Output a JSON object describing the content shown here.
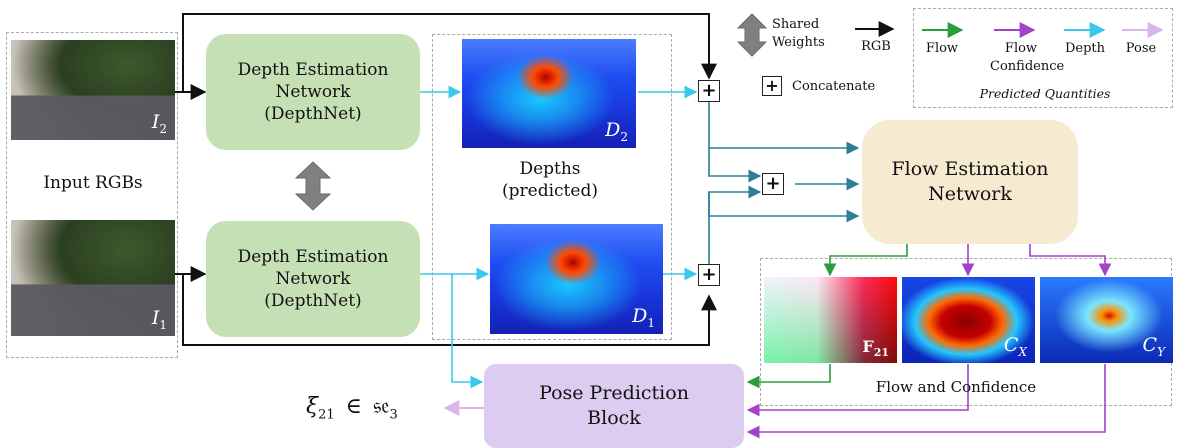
{
  "input": {
    "label": "Input RGBs",
    "img_top_label": "I",
    "img_top_sub": "2",
    "img_bot_label": "I",
    "img_bot_sub": "1"
  },
  "depthnet_top": {
    "line1": "Depth Estimation",
    "line2": "Network",
    "line3": "(DepthNet)"
  },
  "depthnet_bot": {
    "line1": "Depth Estimation",
    "line2": "Network",
    "line3": "(DepthNet)"
  },
  "depths": {
    "line1": "Depths",
    "line2": "(predicted)",
    "img_top_label": "D",
    "img_top_sub": "2",
    "img_bot_label": "D",
    "img_bot_sub": "1"
  },
  "flow_net": {
    "line1": "Flow Estimation",
    "line2": "Network"
  },
  "pose_block": {
    "line1": "Pose Prediction",
    "line2": "Block"
  },
  "outputs": {
    "flow_sym": "F",
    "flow_sub": "21",
    "cx_sym": "C",
    "cx_sub": "X",
    "cy_sym": "C",
    "cy_sub": "Y",
    "caption": "Flow and Confidence"
  },
  "pose_output": {
    "xi": "ξ",
    "sub": "21",
    "in": "∈",
    "se3": "𝔰𝔢",
    "se3_sub": "3"
  },
  "legend": {
    "shared_line1": "Shared",
    "shared_line2": "Weights",
    "rgb": "RGB",
    "concatenate": "Concatenate",
    "plus": "+",
    "flow": "Flow",
    "flow_conf_line1": "Flow",
    "flow_conf_line2": "Confidence",
    "depth": "Depth",
    "pose": "Pose",
    "predicted": "Predicted Quantities"
  },
  "colors": {
    "rgb": "#111111",
    "flow": "#2a9d3c",
    "confidence": "#a243c8",
    "depth": "#3cc8ec",
    "pose": "#d9b6ea",
    "teal": "#2a7f93",
    "shared": "#7f7f7f"
  }
}
